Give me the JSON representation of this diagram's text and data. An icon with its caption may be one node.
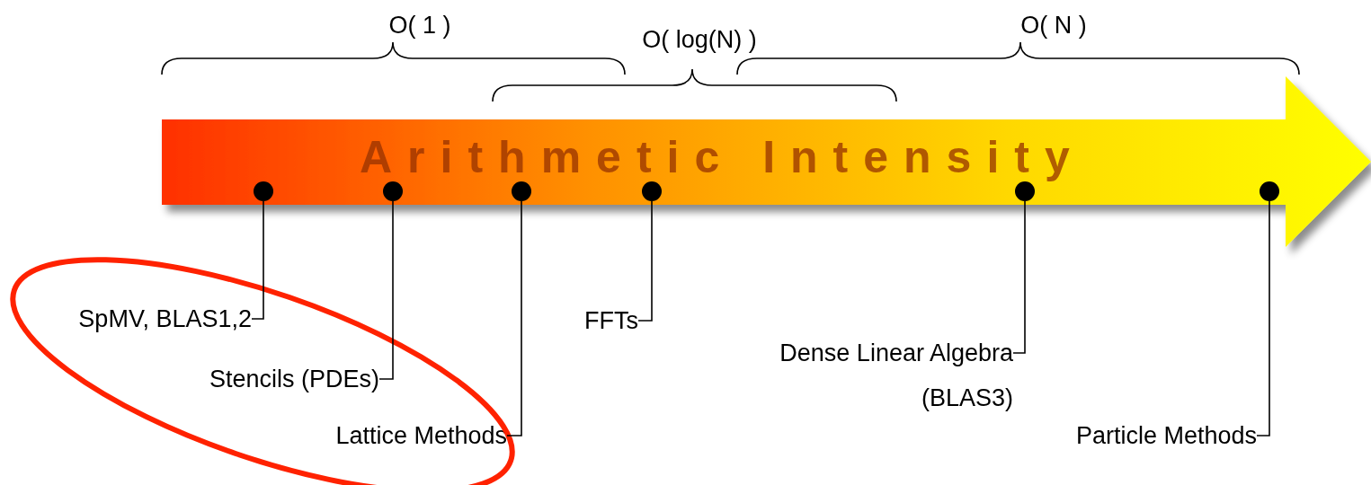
{
  "diagram": {
    "nodes": [
      {
        "text": [
          "Arithmetic Intensity"
        ]
      },
      {
        "text": [],
        "shape": "circle",
        "in": 0
      },
      {
        "text": [],
        "shape": "circle",
        "in": 0
      },
      {
        "text": [],
        "shape": "circle",
        "in": 0
      },
      {
        "text": [],
        "shape": "circle",
        "in": 0
      },
      {
        "text": [],
        "shape": "circle",
        "in": 0
      },
      {
        "text": [],
        "shape": "circle",
        "in": 0
      },
      {
        "text": [
          "SpMV, BLAS1,2"
        ]
      },
      {
        "text": [
          "Stencils (PDEs)"
        ]
      },
      {
        "text": [
          "Lattice Methods"
        ]
      },
      {
        "text": [
          "FFTs"
        ]
      },
      {
        "text": [
          "Dense Linear Algebra (BLAS3)"
        ]
      },
      {
        "text": [
          "Particle Methods"
        ]
      }
    ],
    "edges": [
      {
        "from": 7,
        "to": 1,
        "arrow": "none"
      },
      {
        "from": 8,
        "to": 2,
        "arrow": "none"
      },
      {
        "from": 9,
        "to": 3,
        "arrow": "none"
      },
      {
        "from": 10,
        "to": 4,
        "arrow": "none"
      },
      {
        "from": 11,
        "to": 5,
        "arrow": "none"
      },
      {
        "from": 12,
        "to": 6,
        "arrow": "none"
      }
    ],
    "labels": [
      "O( 1 )",
      "O( log(N) )",
      "O( N )"
    ]
  }
}
